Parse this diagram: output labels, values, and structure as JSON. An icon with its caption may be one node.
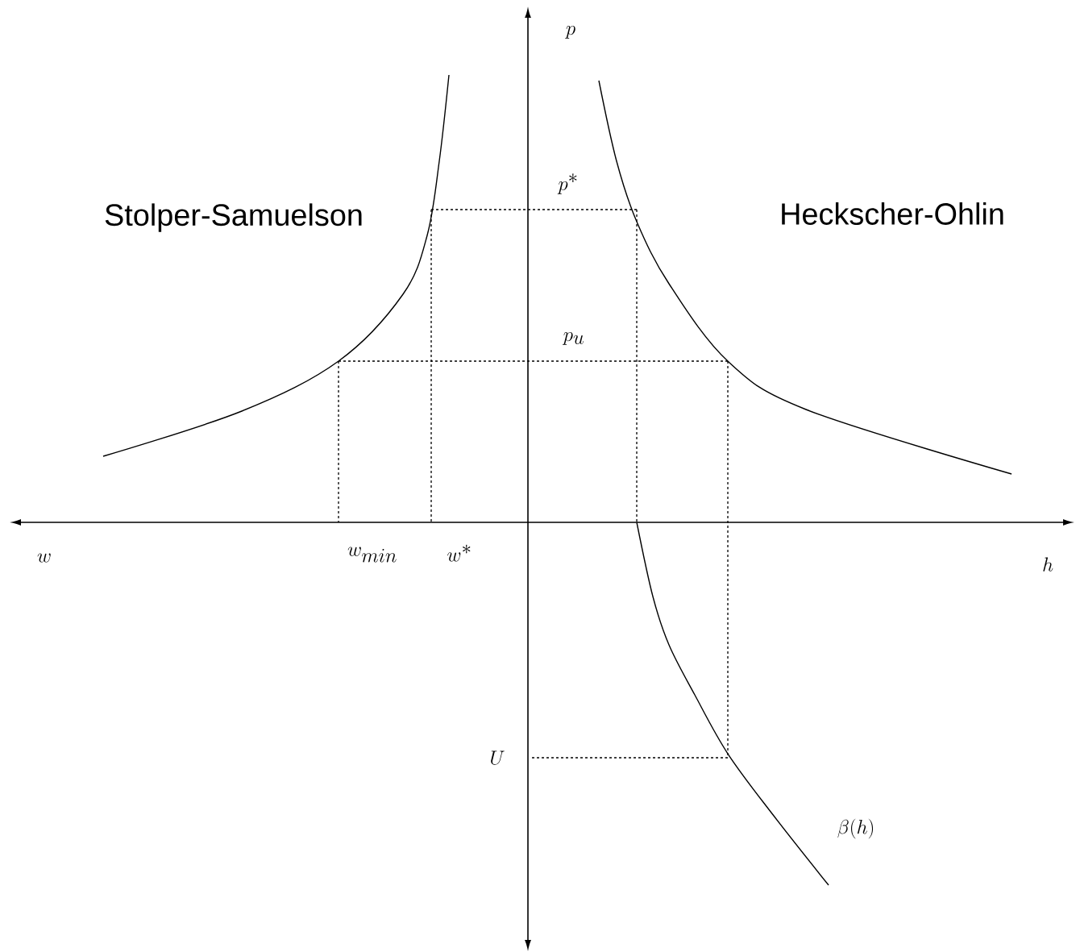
{
  "diagram": {
    "labels": [
      "p",
      "p^*",
      "Stolper-Samuelson",
      "Heckscher-Ohlin",
      "p_u",
      "w",
      "w_{min}",
      "w^*",
      "h",
      "U",
      "\\beta(h)"
    ]
  }
}
